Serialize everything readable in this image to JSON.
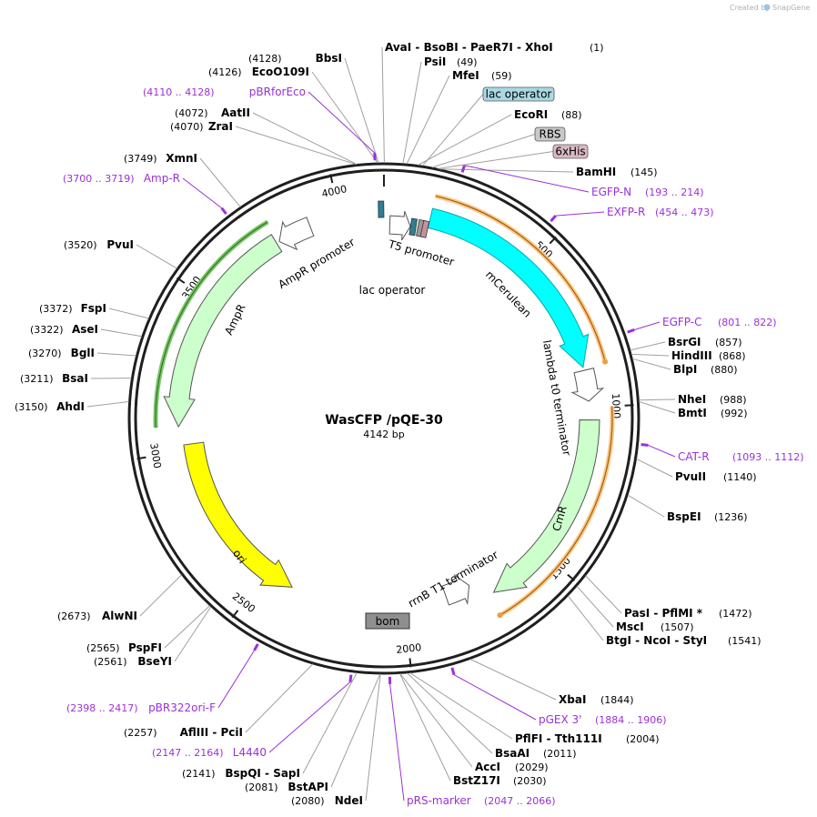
{
  "branding": {
    "created_by": "Created by",
    "product": "SnapGene"
  },
  "plasmid": {
    "name": "WasCFP /pQE-30",
    "length_label": "4142 bp",
    "length": 4142
  },
  "colors": {
    "backbone": "#1f1f1f",
    "primer": "#9b30d9",
    "mcerulean": "#00ffff",
    "resistance": "#ccffcc",
    "ori": "#ffff00",
    "promoter": "#ffffff",
    "terminator": "#ffffff",
    "lac_operator_box": "#a9d9e3",
    "rbs_box": "#c9c9c9",
    "his_box": "#d9b9c4",
    "bom_box": "#8f8f8f",
    "orf_arrow": "#e8a040"
  },
  "ruler": [
    {
      "bp": 500,
      "label": "500"
    },
    {
      "bp": 1000,
      "label": "1000"
    },
    {
      "bp": 1500,
      "label": "1500"
    },
    {
      "bp": 2000,
      "label": "2000"
    },
    {
      "bp": 2500,
      "label": "2500"
    },
    {
      "bp": 3000,
      "label": "3000"
    },
    {
      "bp": 3500,
      "label": "3500"
    },
    {
      "bp": 4000,
      "label": "4000"
    }
  ],
  "sites": [
    {
      "name": "AvaI  - BsoBI  - PaeR7I  - XhoI",
      "pos": "(1)",
      "bp": 1
    },
    {
      "name": "PsiI",
      "pos": "(49)",
      "bp": 49
    },
    {
      "name": "MfeI",
      "pos": "(59)",
      "bp": 59
    },
    {
      "name": "EcoRI",
      "pos": "(88)",
      "bp": 88
    },
    {
      "name": "BamHI",
      "pos": "(145)",
      "bp": 145
    },
    {
      "name": "BsrGI",
      "pos": "(857)",
      "bp": 857
    },
    {
      "name": "HindIII",
      "pos": "(868)",
      "bp": 868
    },
    {
      "name": "BlpI",
      "pos": "(880)",
      "bp": 880
    },
    {
      "name": "NheI",
      "pos": "(988)",
      "bp": 988
    },
    {
      "name": "BmtI",
      "pos": "(992)",
      "bp": 992
    },
    {
      "name": "PvuII",
      "pos": "(1140)",
      "bp": 1140
    },
    {
      "name": "BspEI",
      "pos": "(1236)",
      "bp": 1236
    },
    {
      "name": "PasI  - PflMI *",
      "pos": "(1472)",
      "bp": 1472
    },
    {
      "name": "MscI",
      "pos": "(1507)",
      "bp": 1507
    },
    {
      "name": "BtgI  - NcoI  - StyI",
      "pos": "(1541)",
      "bp": 1541
    },
    {
      "name": "XbaI",
      "pos": "(1844)",
      "bp": 1844
    },
    {
      "name": "PflFI  - Tth111I",
      "pos": "(2004)",
      "bp": 2004
    },
    {
      "name": "BsaAI",
      "pos": "(2011)",
      "bp": 2011
    },
    {
      "name": "AccI",
      "pos": "(2029)",
      "bp": 2029
    },
    {
      "name": "BstZ17I",
      "pos": "(2030)",
      "bp": 2030
    },
    {
      "name": "NdeI",
      "pos": "(2080)",
      "bp": 2080
    },
    {
      "name": "BstAPI",
      "pos": "(2081)",
      "bp": 2081
    },
    {
      "name": "BspQI  - SapI",
      "pos": "(2141)",
      "bp": 2141
    },
    {
      "name": "AflIII  - PciI",
      "pos": "(2257)",
      "bp": 2257
    },
    {
      "name": "BseYI",
      "pos": "(2561)",
      "bp": 2561
    },
    {
      "name": "PspFI",
      "pos": "(2565)",
      "bp": 2565
    },
    {
      "name": "AlwNI",
      "pos": "(2673)",
      "bp": 2673
    },
    {
      "name": "AhdI",
      "pos": "(3150)",
      "bp": 3150
    },
    {
      "name": "BsaI",
      "pos": "(3211)",
      "bp": 3211
    },
    {
      "name": "BglI",
      "pos": "(3270)",
      "bp": 3270
    },
    {
      "name": "AseI",
      "pos": "(3322)",
      "bp": 3322
    },
    {
      "name": "FspI",
      "pos": "(3372)",
      "bp": 3372
    },
    {
      "name": "PvuI",
      "pos": "(3520)",
      "bp": 3520
    },
    {
      "name": "XmnI",
      "pos": "(3749)",
      "bp": 3749
    },
    {
      "name": "ZraI",
      "pos": "(4070)",
      "bp": 4070
    },
    {
      "name": "AatII",
      "pos": "(4072)",
      "bp": 4072
    },
    {
      "name": "EcoO109I",
      "pos": "(4126)",
      "bp": 4126
    },
    {
      "name": "BbsI",
      "pos": "(4128)",
      "bp": 4128
    }
  ],
  "primers": [
    {
      "name": "EGFP-N",
      "pos": "(193 .. 214)",
      "bp": 203
    },
    {
      "name": "EXFP-R",
      "pos": "(454 .. 473)",
      "bp": 463
    },
    {
      "name": "EGFP-C",
      "pos": "(801 .. 822)",
      "bp": 811
    },
    {
      "name": "CAT-R",
      "pos": "(1093 .. 1112)",
      "bp": 1102
    },
    {
      "name": "pGEX 3'",
      "pos": "(1884 .. 1906)",
      "bp": 1895
    },
    {
      "name": "pRS-marker",
      "pos": "(2047 .. 2066)",
      "bp": 2056
    },
    {
      "name": "L4440",
      "pos": "(2147 .. 2164)",
      "bp": 2155
    },
    {
      "name": "pBR322ori-F",
      "pos": "(2398 .. 2417)",
      "bp": 2407
    },
    {
      "name": "Amp-R",
      "pos": "(3700 .. 3719)",
      "bp": 3709
    },
    {
      "name": "pBRforEco",
      "pos": "(4110 .. 4128)",
      "bp": 4119
    }
  ],
  "feature_boxes": [
    {
      "name": "lac operator",
      "bp": 100
    },
    {
      "name": "RBS",
      "bp": 125
    },
    {
      "name": "6xHis",
      "bp": 140
    }
  ],
  "features": [
    {
      "name": "T5 promoter",
      "start": 20,
      "end": 90
    },
    {
      "name": "lac operator",
      "start": 95,
      "end": 120
    },
    {
      "name": "mCerulean",
      "start": 150,
      "end": 870
    },
    {
      "name": "lambda t0 terminator",
      "start": 880,
      "end": 980
    },
    {
      "name": "CmR",
      "start": 1040,
      "end": 1700
    },
    {
      "name": "rrnB T1 terminator",
      "start": 1760,
      "end": 1850
    },
    {
      "name": "bom",
      "start": 2020,
      "end": 2120
    },
    {
      "name": "ori",
      "start": 2400,
      "end": 3020
    },
    {
      "name": "AmpR",
      "start": 3080,
      "end": 3780
    },
    {
      "name": "AmpR promoter",
      "start": 3790,
      "end": 3900
    }
  ]
}
